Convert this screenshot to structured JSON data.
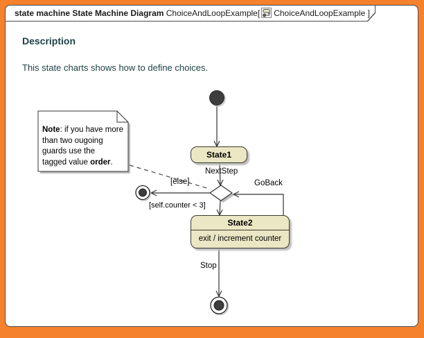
{
  "frame": {
    "title_bold": "state machine State Machine Diagram",
    "title_text": "ChoiceAndLoopExample[",
    "title_suffix": "ChoiceAndLoopExample ]"
  },
  "description": {
    "heading": "Description",
    "body": "This state charts shows how to define choices."
  },
  "note": {
    "line1_bold": "Note",
    "line1_rest": ": if you have more",
    "line2": "than two ougoing",
    "line3": "guards use the",
    "line4_pre": "tagged value ",
    "line4_bold": "order",
    "line4_post": "."
  },
  "diagram": {
    "state1": {
      "name": "State1"
    },
    "state2": {
      "name": "State2",
      "activity": "exit / increment counter"
    },
    "labels": {
      "next_step": "NextStep",
      "else_guard": "[else]",
      "go_back": "GoBack",
      "counter_guard": "[self.counter < 3]",
      "stop": "Stop"
    }
  },
  "colors": {
    "frame_orange": "#F5812C",
    "state_fill": "#EBE7C4",
    "heading_teal": "#1E4245",
    "border_dark": "#4A4A52",
    "shadow_gray": "#BCBCBC"
  }
}
